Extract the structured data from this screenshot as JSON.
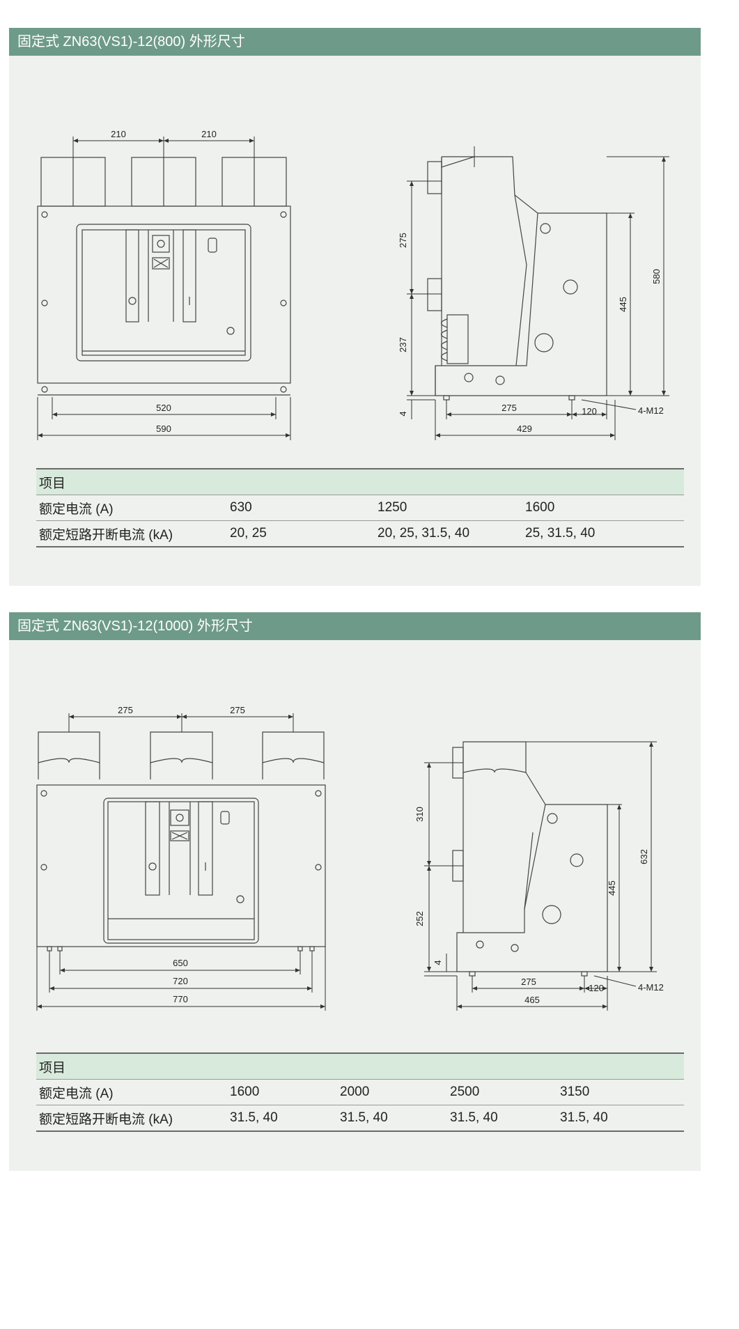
{
  "sections": [
    {
      "title": "固定式 ZN63(VS1)-12(800) 外形尺寸",
      "dims": {
        "pitch_left": "210",
        "pitch_right": "210",
        "inner_width": "520",
        "outer_width": "590",
        "upper_height": "275",
        "lower_height": "237",
        "base_offset": "4",
        "total_height": "580",
        "frame_height": "445",
        "depth_a": "275",
        "depth_b": "120",
        "total_depth": "429",
        "bolt": "4-M12"
      },
      "table": {
        "header": "项目",
        "rows": [
          {
            "label": "额定电流 (A)",
            "values": [
              "630",
              "1250",
              "1600"
            ]
          },
          {
            "label": "额定短路开断电流 (kA)",
            "values": [
              "20, 25",
              "20, 25, 31.5, 40",
              "25, 31.5, 40"
            ]
          }
        ]
      }
    },
    {
      "title": "固定式 ZN63(VS1)-12(1000) 外形尺寸",
      "dims": {
        "pitch_left": "275",
        "pitch_right": "275",
        "width_a": "650",
        "width_b": "720",
        "width_c": "770",
        "upper_height": "310",
        "lower_height": "252",
        "base_offset": "4",
        "total_height": "632",
        "frame_height": "445",
        "depth_a": "275",
        "depth_b": "120",
        "total_depth": "465",
        "bolt": "4-M12"
      },
      "table": {
        "header": "项目",
        "rows": [
          {
            "label": "额定电流 (A)",
            "values": [
              "1600",
              "2000",
              "2500",
              "3150"
            ]
          },
          {
            "label": "额定短路开断电流 (kA)",
            "values": [
              "31.5, 40",
              "31.5, 40",
              "31.5, 40",
              "31.5, 40"
            ]
          }
        ]
      }
    }
  ]
}
